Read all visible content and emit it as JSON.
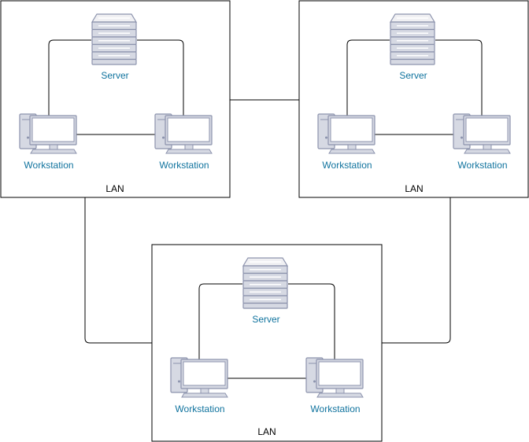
{
  "diagram": {
    "lans": [
      {
        "label": "LAN",
        "server": "Server",
        "workstations": [
          "Workstation",
          "Workstation"
        ]
      },
      {
        "label": "LAN",
        "server": "Server",
        "workstations": [
          "Workstation",
          "Workstation"
        ]
      },
      {
        "label": "LAN",
        "server": "Server",
        "workstations": [
          "Workstation",
          "Workstation"
        ]
      }
    ]
  }
}
